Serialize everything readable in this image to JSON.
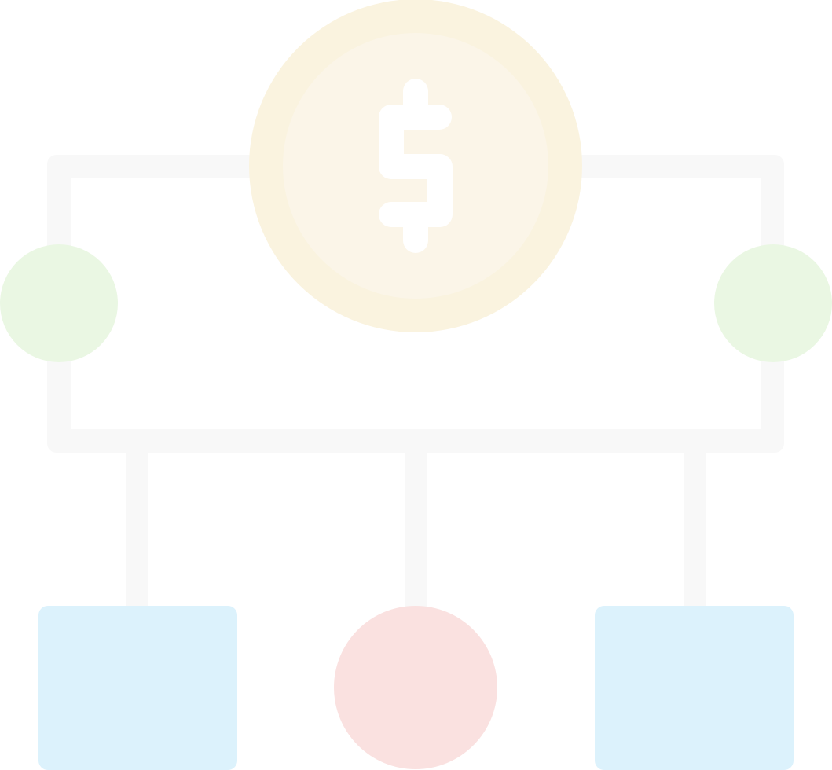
{
  "diagram": {
    "kind": "money-flow-icon",
    "background": "#ffffff",
    "colors": {
      "connector": "#f8f8f8",
      "coin_outer": "#faf3df",
      "coin_inner": "#fbf5e8",
      "coin_symbol": "#ffffff",
      "side_node": "#eaf7e3",
      "square_node": "#dcf2fc",
      "round_node": "#fae1e0"
    },
    "nodes": [
      {
        "id": "coin",
        "shape": "circle",
        "icon": "dollar-coin-icon"
      },
      {
        "id": "left-node",
        "shape": "circle"
      },
      {
        "id": "right-node",
        "shape": "circle"
      },
      {
        "id": "bottom-left-node",
        "shape": "rounded-square"
      },
      {
        "id": "bottom-center-node",
        "shape": "circle"
      },
      {
        "id": "bottom-right-node",
        "shape": "rounded-square"
      }
    ],
    "edges": [
      {
        "from": "coin",
        "to": "left-node"
      },
      {
        "from": "coin",
        "to": "right-node"
      },
      {
        "from": "left-node",
        "to": "bottom-left-node"
      },
      {
        "from": "left-node",
        "to": "bottom-center-node"
      },
      {
        "from": "right-node",
        "to": "bottom-right-node"
      }
    ]
  }
}
